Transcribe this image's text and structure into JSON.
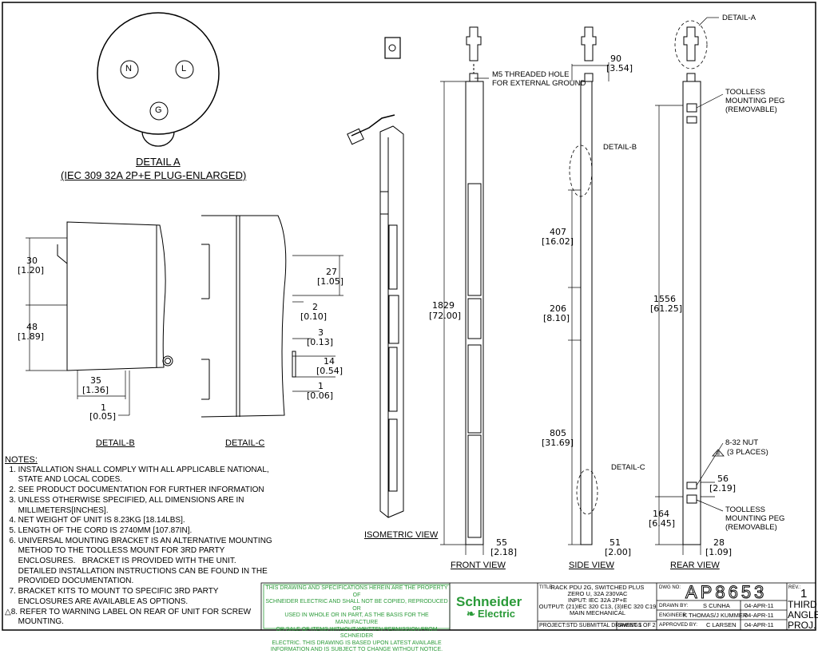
{
  "detail_a": {
    "title": "DETAIL A",
    "subtitle": "(IEC 309 32A 2P+E PLUG-ENLARGED)",
    "pins": [
      "N",
      "L",
      "G"
    ]
  },
  "detail_b": {
    "title": "DETAIL-B",
    "dims": [
      "30",
      "[1.20]",
      "48",
      "[1.89]",
      "35",
      "[1.36]",
      "1",
      "[0.05]"
    ]
  },
  "detail_c": {
    "title": "DETAIL-C",
    "dims": [
      "27",
      "[1.05]",
      "2",
      "[0.10]",
      "3",
      "[0.13]",
      "14",
      "[0.54]",
      "1",
      "[0.06]"
    ]
  },
  "views": {
    "isometric": "ISOMETRIC VIEW",
    "front": "FRONT VIEW",
    "side": "SIDE VIEW",
    "rear": "REAR VIEW"
  },
  "front_labels": {
    "m5": "M5 THREADED HOLE",
    "m5b": "FOR EXTERNAL GROUND",
    "h1": "1829",
    "h2": "[72.00]",
    "w1": "55",
    "w2": "[2.18]"
  },
  "side_labels": {
    "d90a": "90",
    "d90b": "[3.54]",
    "detail_b": "DETAIL-B",
    "d407a": "407",
    "d407b": "[16.02]",
    "d206a": "206",
    "d206b": "[8.10]",
    "d805a": "805",
    "d805b": "[31.69]",
    "detail_c": "DETAIL-C",
    "d51a": "51",
    "d51b": "[2.00]"
  },
  "rear_labels": {
    "detail_a": "DETAIL-A",
    "peg1": "TOOLLESS",
    "peg2": "MOUNTING PEG",
    "peg3": "(REMOVABLE)",
    "h1": "1556",
    "h2": "[61.25]",
    "nut1": "8-32 NUT",
    "nut2": "(3 PLACES)",
    "nut_sym": "8",
    "d56a": "56",
    "d56b": "[2.19]",
    "d164a": "164",
    "d164b": "[6.45]",
    "d28a": "28",
    "d28b": "[1.09]"
  },
  "notes": {
    "heading": "NOTES:",
    "lines": [
      "  1. INSTALLATION SHALL COMPLY WITH ALL APPLICABLE NATIONAL,",
      "      STATE AND LOCAL CODES.",
      "  2. SEE PRODUCT DOCUMENTATION FOR FURTHER INFORMATION",
      "  3. UNLESS OTHERWISE SPECIFIED, ALL DIMENSIONS ARE IN",
      "      MILLIMETERS[INCHES].",
      "  4. NET WEIGHT OF UNIT IS 8.23KG [18.14LBS].",
      "  5. LENGTH OF THE CORD IS 2740MM [107.87IN].",
      "  6. UNIVERSAL MOUNTING BRACKET IS AN ALTERNATIVE MOUNTING",
      "      METHOD TO THE TOOLLESS MOUNT FOR 3RD PARTY",
      "      ENCLOSURES.   BRACKET IS PROVIDED WITH THE UNIT.",
      "      DETAILED INSTALLATION INSTRUCTIONS CAN BE FOUND IN THE",
      "      PROVIDED DOCUMENTATION.",
      "  7. BRACKET KITS TO MOUNT TO SPECIFIC 3RD PARTY",
      "      ENCLOSURES ARE AVAILABLE AS OPTIONS.",
      "△8. REFER TO WARNING LABEL ON REAR OF UNIT FOR SCREW",
      "      MOUNTING."
    ]
  },
  "title_block": {
    "disclaimer": [
      "THIS DRAWING AND SPECIFICATIONS HEREIN ARE THE PROPERTY OF",
      "SCHNEIDER ELECTRIC AND SHALL NOT BE COPIED, REPRODUCED OR",
      "USED IN WHOLE OR IN PART, AS THE BASIS FOR THE MANUFACTURE",
      "OR SALE OF ITEMS WITHOUT WRITTEN PERMISSION FROM SCHNEIDER",
      "ELECTRIC. THIS DRAWING IS BASED UPON LATEST AVAILABLE",
      "INFORMATION AND IS SUBJECT TO CHANGE WITHOUT NOTICE."
    ],
    "brand1": "Schneider",
    "brand2": "Electric",
    "title_label": "TITLE:",
    "title_lines": [
      "RACK PDU 2G, SWITCHED PLUS",
      "ZERO U, 32A 230VAC",
      "INPUT: IEC 32A 2P+E",
      "OUTPUT: (21)IEC 320 C13, (3)IEC 320 C19",
      "MAIN MECHANICAL"
    ],
    "project": "PROJECT:STD SUBMITTAL DRAWINGS",
    "sheet": "SHEET  1  OF  2",
    "dwg_label": "DWG NO:",
    "dwg_no": "AP8653",
    "rev_label": "REV.:",
    "rev": "1",
    "drawn_label": "DRAWN BY:",
    "drawn_by": "S CUNHA",
    "drawn_date": "04-APR-11",
    "eng_label": "ENGINEER:",
    "engineer": "K THOMAS/J KUMMER",
    "eng_date": "04-APR-11",
    "appr_label": "APPROVED BY:",
    "approved_by": "C LARSEN",
    "appr_date": "04-APR-11",
    "proj1": "THIRD",
    "proj2": "ANGLE",
    "proj3": "PROJ."
  },
  "colors": {
    "green": "#2a9a38",
    "line": "#000000"
  }
}
